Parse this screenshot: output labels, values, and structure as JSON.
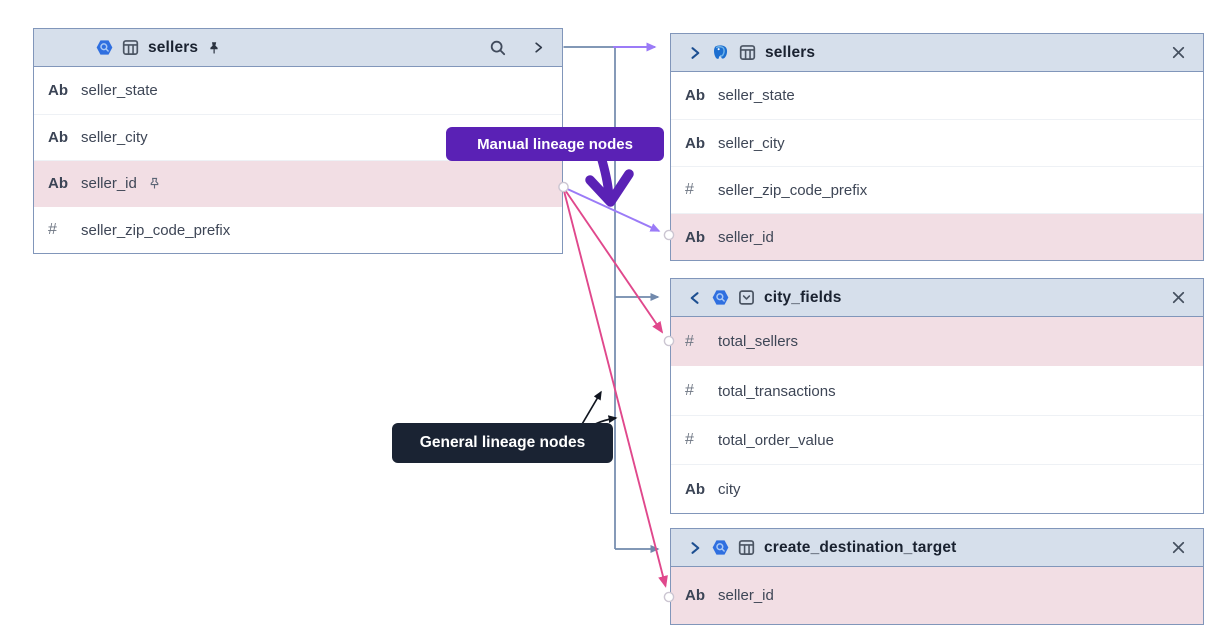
{
  "colors": {
    "edge_general": "#7189ac",
    "edge_manual": "#9b7bf7",
    "edge_selected": "#e0488c",
    "row_highlight": "#f2dee4",
    "header_bg": "#d6dfeb",
    "node_border": "#8196ba",
    "badge_manual_bg": "#5a21b5",
    "badge_general_bg": "#1a2333"
  },
  "annotations": {
    "manual": {
      "label": "Manual lineage nodes"
    },
    "general": {
      "label": "General lineage nodes"
    }
  },
  "nodes": [
    {
      "title": "sellers",
      "source_icon": "bigquery-icon",
      "asset_icon": "table-icon",
      "pinned": true,
      "header_actions": [
        "search-icon",
        "expand-chevron-icon"
      ],
      "fields": [
        {
          "type": "text",
          "type_label": "Ab",
          "name": "seller_state",
          "highlighted": false,
          "pinned": false
        },
        {
          "type": "text",
          "type_label": "Ab",
          "name": "seller_city",
          "highlighted": false,
          "pinned": false
        },
        {
          "type": "text",
          "type_label": "Ab",
          "name": "seller_id",
          "highlighted": true,
          "pinned": true
        },
        {
          "type": "number",
          "type_label": "#",
          "name": "seller_zip_code_prefix",
          "highlighted": false,
          "pinned": false
        }
      ]
    },
    {
      "title": "sellers",
      "source_icon": "postgres-icon",
      "asset_icon": "table-icon",
      "collapse_icon": "chevron-right-icon",
      "header_actions": [
        "close-icon"
      ],
      "fields": [
        {
          "type": "text",
          "type_label": "Ab",
          "name": "seller_state",
          "highlighted": false,
          "pinned": false
        },
        {
          "type": "text",
          "type_label": "Ab",
          "name": "seller_city",
          "highlighted": false,
          "pinned": false
        },
        {
          "type": "number",
          "type_label": "#",
          "name": "seller_zip_code_prefix",
          "highlighted": false,
          "pinned": false
        },
        {
          "type": "text",
          "type_label": "Ab",
          "name": "seller_id",
          "highlighted": true,
          "pinned": false
        }
      ]
    },
    {
      "title": "city_fields",
      "source_icon": "bigquery-icon",
      "asset_icon": "view-icon",
      "collapse_icon": "chevron-left-icon",
      "header_actions": [
        "close-icon"
      ],
      "fields": [
        {
          "type": "number",
          "type_label": "#",
          "name": "total_sellers",
          "highlighted": true,
          "pinned": false
        },
        {
          "type": "number",
          "type_label": "#",
          "name": "total_transactions",
          "highlighted": false,
          "pinned": false
        },
        {
          "type": "number",
          "type_label": "#",
          "name": "total_order_value",
          "highlighted": false,
          "pinned": false
        },
        {
          "type": "text",
          "type_label": "Ab",
          "name": "city",
          "highlighted": false,
          "pinned": false
        }
      ]
    },
    {
      "title": "create_destination_target",
      "source_icon": "bigquery-icon",
      "asset_icon": "table-icon",
      "collapse_icon": "chevron-right-icon",
      "header_actions": [
        "close-icon"
      ],
      "fields": [
        {
          "type": "text",
          "type_label": "Ab",
          "name": "seller_id",
          "highlighted": true,
          "pinned": false
        }
      ]
    }
  ],
  "edges": [
    {
      "kind": "general",
      "from": "sellers",
      "to": "sellers"
    },
    {
      "kind": "general",
      "from": "sellers",
      "to": "city_fields"
    },
    {
      "kind": "general",
      "from": "sellers",
      "to": "create_destination_target"
    },
    {
      "kind": "manual",
      "from": "sellers.seller_id",
      "to": "sellers.seller_id"
    },
    {
      "kind": "selected",
      "from": "sellers.seller_id",
      "to": "city_fields.total_sellers"
    },
    {
      "kind": "selected",
      "from": "sellers.seller_id",
      "to": "create_destination_target.seller_id"
    }
  ]
}
